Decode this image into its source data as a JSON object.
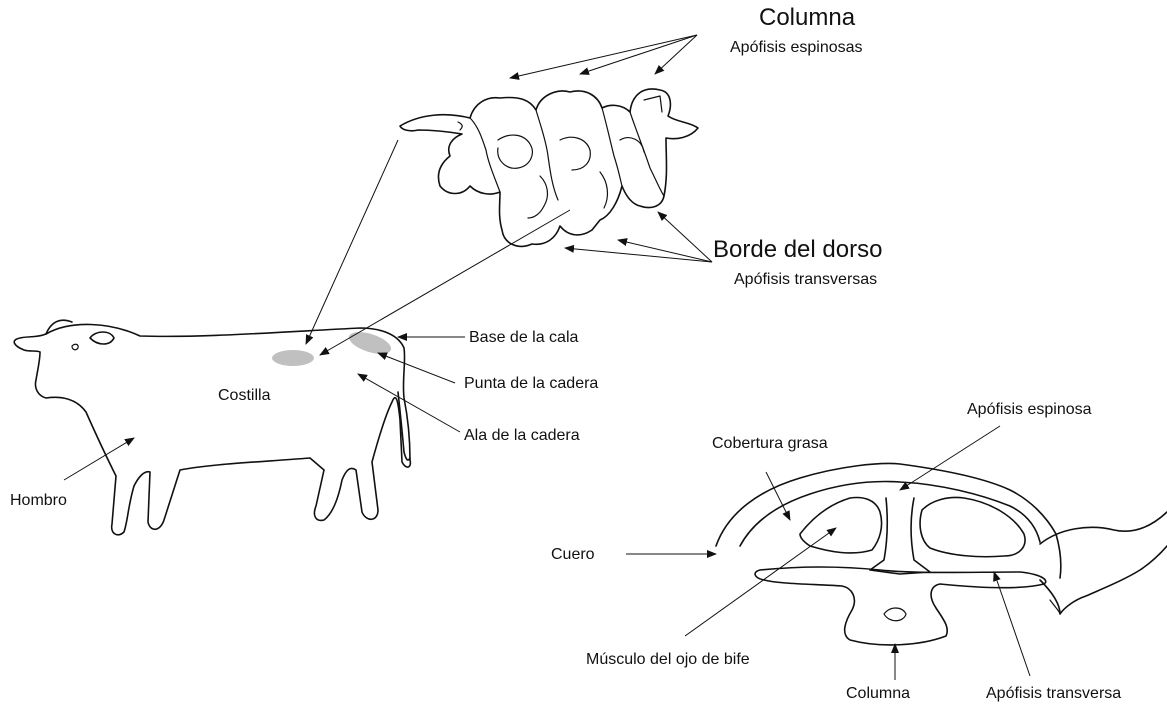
{
  "labels": {
    "columna_top": "Columna",
    "apofisis_espinosas": "Apófisis espinosas",
    "borde_del_dorso": "Borde del dorso",
    "apofisis_transversas": "Apófisis transversas",
    "base_de_la_cala": "Base de la cala",
    "punta_de_la_cadera": "Punta de la cadera",
    "ala_de_la_cadera": "Ala de la cadera",
    "costilla": "Costilla",
    "hombro": "Hombro",
    "apofisis_espinosa": "Apófisis espinosa",
    "cobertura_grasa": "Cobertura grasa",
    "cuero": "Cuero",
    "musculo_ojo_de_bife": "Músculo del ojo de bife",
    "columna_bottom": "Columna",
    "apofisis_transversa": "Apófisis transversa"
  },
  "colors": {
    "ink": "#111111",
    "highlight": "#c0c0c0",
    "background": "#ffffff"
  }
}
